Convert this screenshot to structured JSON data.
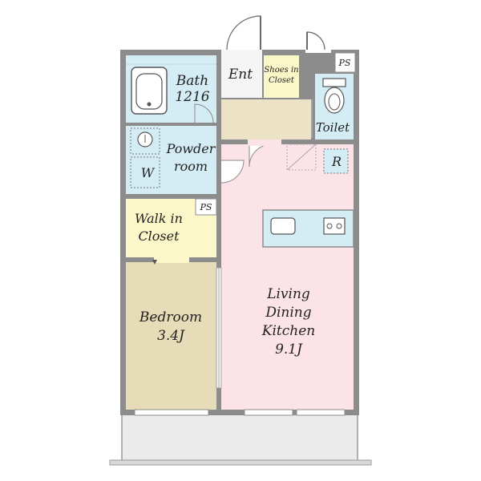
{
  "rooms": {
    "entrance": "Ent",
    "shoes_closet_line1": "Shoes in",
    "shoes_closet_line2": "Closet",
    "bath_line1": "Bath",
    "bath_line2": "1216",
    "powder_line1": "Powder",
    "powder_line2": "room",
    "washer": "W",
    "toilet": "Toilet",
    "fridge": "R",
    "walkin_line1": "Walk in",
    "walkin_line2": "Closet",
    "bedroom_line1": "Bedroom",
    "bedroom_line2": "3.4J",
    "ldk_line1": "Living",
    "ldk_line2": "Dining",
    "ldk_line3": "Kitchen",
    "ldk_line4": "9.1J",
    "ps_top": "PS",
    "ps_mid": "PS"
  },
  "colors": {
    "wall": "#8c8c8c",
    "bath": "#d4ecf4",
    "ldk": "#fbe3e7",
    "bedroom": "#e6dcb8",
    "closet": "#fbf7c8",
    "hall": "#ece3c6",
    "balcony": "#ebebeb"
  }
}
